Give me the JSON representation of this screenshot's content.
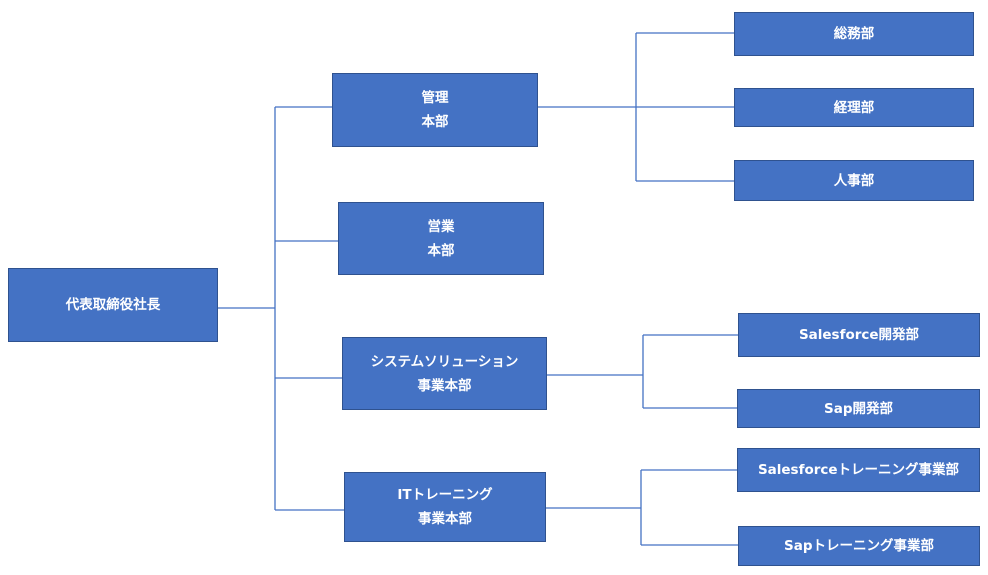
{
  "org_chart": {
    "colors": {
      "box_fill": "#4472c4",
      "box_border": "#2f528f",
      "connector": "#4472c4",
      "text": "#ffffff"
    },
    "ceo": {
      "label": "代表取締役社長"
    },
    "divisions": [
      {
        "line1": "管理",
        "line2": "本部"
      },
      {
        "line1": "営業",
        "line2": "本部"
      },
      {
        "line1": "システムソリューション",
        "line2": "事業本部"
      },
      {
        "line1": "ITトレーニング",
        "line2": "事業本部"
      }
    ],
    "departments": {
      "kanri": [
        "総務部",
        "経理部",
        "人事部"
      ],
      "system": [
        "Salesforce開発部",
        "Sap開発部"
      ],
      "it": [
        "Salesforceトレーニング事業部",
        "Sapトレーニング事業部"
      ]
    }
  }
}
